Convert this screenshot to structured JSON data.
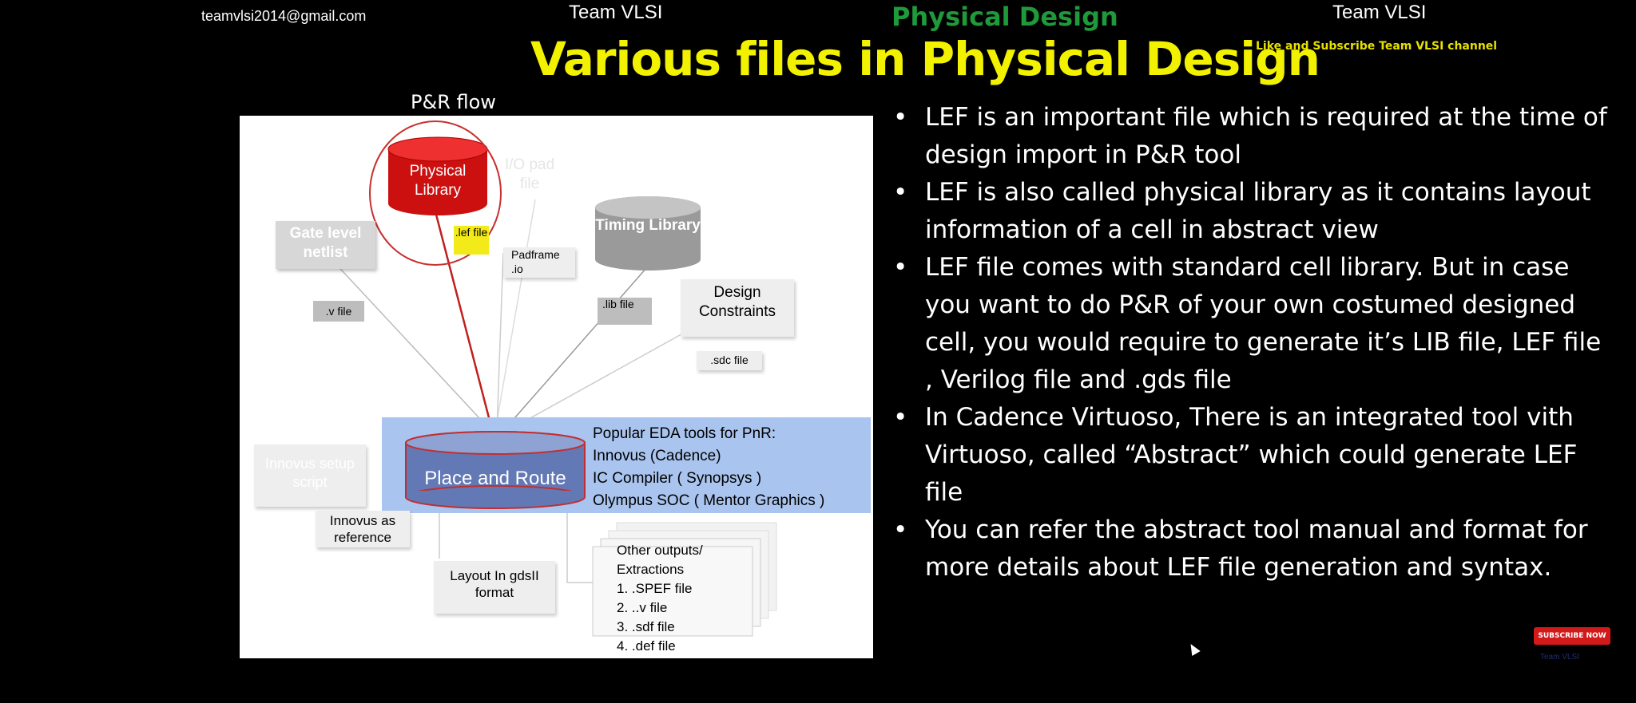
{
  "header": {
    "email": "teamvlsi2014@gmail.com",
    "team_left": "Team VLSI",
    "topic": "Physical Design",
    "team_right": "Team VLSI",
    "subscribe_note": "Like and Subscribe Team VLSI channel"
  },
  "title": "Various files in Physical Design",
  "diagram": {
    "label": "P&R flow",
    "physical_library": "Physical Library",
    "io_pad_file": "I/O pad file",
    "gate_level_netlist": "Gate level netlist",
    "timing_library": "Timing Library",
    "lef_tag": ".lef file",
    "padframe_tag": "Padframe .io",
    "v_tag": ".v file",
    "lib_tag": ".lib file",
    "design_constraints": "Design Constraints",
    "sdc_tag": ".sdc file",
    "place_and_route": "Place and Route",
    "eda_tools": {
      "heading": "Popular EDA tools for PnR:",
      "items": [
        "Innovus (Cadence)",
        "IC Compiler ( Synopsys )",
        "Olympus SOC ( Mentor Graphics )"
      ]
    },
    "innovus_script": "Innovus setup script",
    "innovus_reference": "Innovus as reference",
    "layout": "Layout In gdsII format",
    "outputs": {
      "heading": "Other outputs/ Extractions",
      "items": [
        "1. .SPEF file",
        "2. ..v file",
        "3. .sdf file",
        "4. .def file"
      ]
    }
  },
  "bullets": [
    "LEF is an important file which is required at the time of design import in P&R tool",
    "LEF is also called physical library as it contains layout information of a cell in abstract view",
    "LEF file comes with standard cell library. But in case you want to do P&R of your own costumed designed cell, you would require to generate it’s LIB file, LEF file , Verilog file and .gds file",
    "In Cadence Virtuoso, There is an integrated tool vith Virtuoso, called “Abstract” which could generate LEF file",
    "You can refer the abstract tool manual and format for more details about  LEF file generation and syntax."
  ],
  "subscribe_button": "SUBSCRIBE NOW",
  "subscribe_logo": "Team VLSI",
  "url_fragment": "                  "
}
